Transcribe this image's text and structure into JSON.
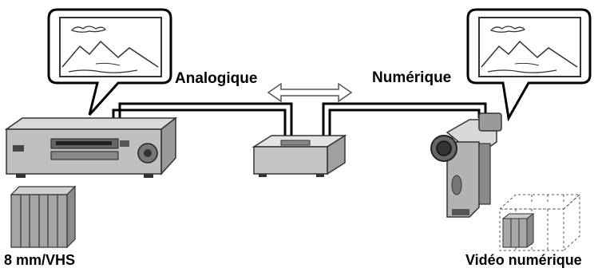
{
  "labels": {
    "analog": "Analogique",
    "digital": "Numérique",
    "analog_media": "8 mm/VHS",
    "digital_media": "Vidéo numérique"
  },
  "icons": {
    "left_screen": "landscape-screen-icon",
    "right_screen": "landscape-screen-icon",
    "vcr": "vcr-icon",
    "converter": "converter-box-icon",
    "camcorder": "camcorder-icon",
    "arrow": "double-arrow-icon",
    "analog_tapes": "vhs-tapes-icon",
    "digital_tapes": "dv-tape-icon"
  }
}
